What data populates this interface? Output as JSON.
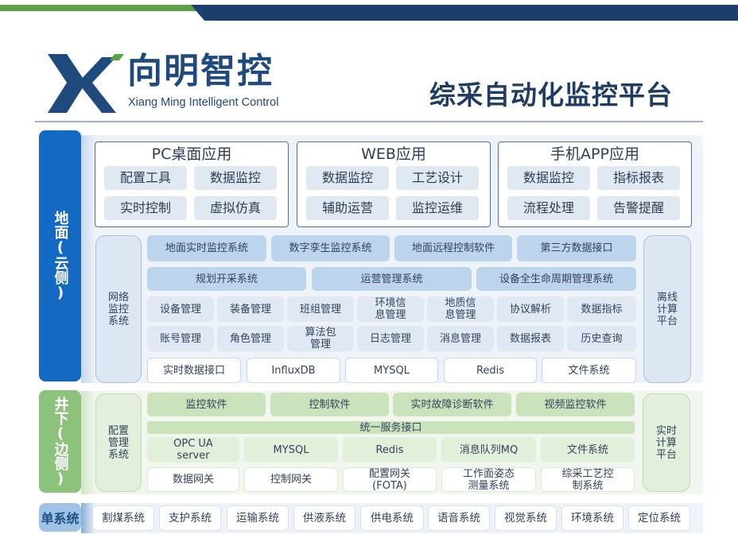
{
  "header": {
    "brand_cn": "向明智控",
    "brand_en": "Xiang Ming Intelligent Control",
    "title": "综采自动化监控平台",
    "colors": {
      "green": "#5aa245",
      "navy": "#1b3f6e",
      "brand": "#1f4a7e"
    }
  },
  "layers": {
    "ground": {
      "label": "地面(云侧)",
      "color": "#1469c2"
    },
    "underground": {
      "label": "井下(边侧)",
      "color": "#8dc27d"
    },
    "single": {
      "label": "单系统",
      "color": "#9fc3e7"
    }
  },
  "apps": [
    {
      "title": "PC桌面应用",
      "items": [
        "配置工具",
        "数据监控",
        "实时控制",
        "虚拟仿真"
      ]
    },
    {
      "title": "WEB应用",
      "items": [
        "数据监控",
        "工艺设计",
        "辅助运营",
        "监控运维"
      ]
    },
    {
      "title": "手机APP应用",
      "items": [
        "数据监控",
        "指标报表",
        "流程处理",
        "告警提醒"
      ]
    }
  ],
  "ground": {
    "left_col": "网络监控系统",
    "right_col": "离线计算平台",
    "row1": [
      "地面实时监控系统",
      "数字孪生监控系统",
      "地面远程控制软件",
      "第三方数据接口"
    ],
    "row2": [
      "规划开采系统",
      "运营管理系统",
      "设备全生命周期管理系统"
    ],
    "row3": [
      "设备管理",
      "装备管理",
      "班组管理",
      "环境信息管理",
      "地质信息管理",
      "协议解析",
      "数据指标"
    ],
    "row4": [
      "账号管理",
      "角色管理",
      "算法包管理",
      "日志管理",
      "消息管理",
      "数据报表",
      "历史查询"
    ],
    "row5": [
      "实时数据接口",
      "InfluxDB",
      "MYSQL",
      "Redis",
      "文件系统"
    ]
  },
  "underground": {
    "left_col": "配置管理系统",
    "right_col": "实时计算平台",
    "row1": [
      "监控软件",
      "控制软件",
      "实时故障诊断软件",
      "视频监控软件"
    ],
    "bus": "统一服务接口",
    "row2": [
      "OPC UA server",
      "MYSQL",
      "Redis",
      "消息队列MQ",
      "文件系统"
    ],
    "row3": [
      "数据网关",
      "控制网关",
      "配置网关(FOTA)",
      "工作面姿态测量系统",
      "综采工艺控制系统"
    ]
  },
  "single_systems": [
    "割煤系统",
    "支护系统",
    "运输系统",
    "供液系统",
    "供电系统",
    "语音系统",
    "视觉系统",
    "环境系统",
    "定位系统"
  ]
}
